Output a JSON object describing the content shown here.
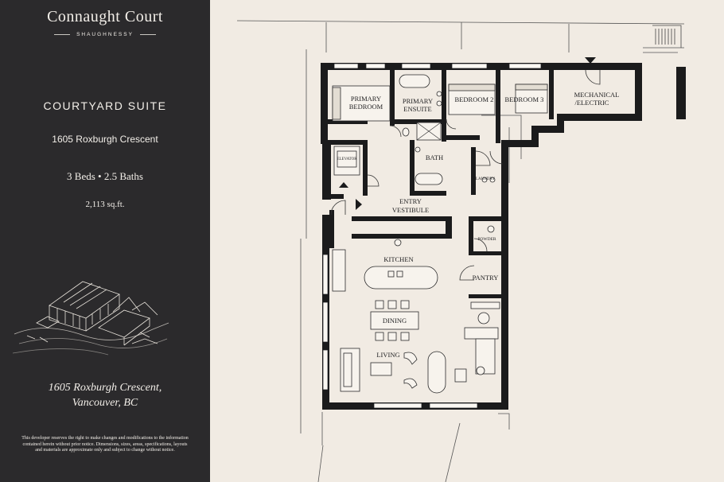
{
  "brand": {
    "name": "Connaught Court",
    "sub": "SHAUGHNESSY"
  },
  "suite": {
    "title": "COURTYARD SUITE",
    "address": "1605 Roxburgh Crescent",
    "beds_baths": "3 Beds • 2.5 Baths",
    "area": "2,113 sq.ft."
  },
  "location": {
    "line1": "1605 Roxburgh Crescent,",
    "line2": "Vancouver, BC"
  },
  "disclaimer": "This developer reserves the right to make changes and modifications to the information contained herein without prior notice. Dimensions, sizes, areas, specifications, layouts and materials are approximate only and subject to change without notice.",
  "rooms": {
    "primary_bedroom_1": "PRIMARY",
    "primary_bedroom_2": "BEDROOM",
    "primary_ensuite_1": "PRIMARY",
    "primary_ensuite_2": "ENSUITE",
    "bedroom_2": "BEDROOM 2",
    "bedroom_3": "BEDROOM 3",
    "mechanical_1": "MECHANICAL",
    "mechanical_2": "/ELECTRIC",
    "elevator": "ELEVATOR",
    "bath": "BATH",
    "laundry": "LAUNDRY",
    "entry_1": "ENTRY",
    "entry_2": "VESTIBULE",
    "powder": "POWDER",
    "kitchen": "KITCHEN",
    "pantry": "PANTRY",
    "dining": "DINING",
    "living": "LIVING"
  }
}
